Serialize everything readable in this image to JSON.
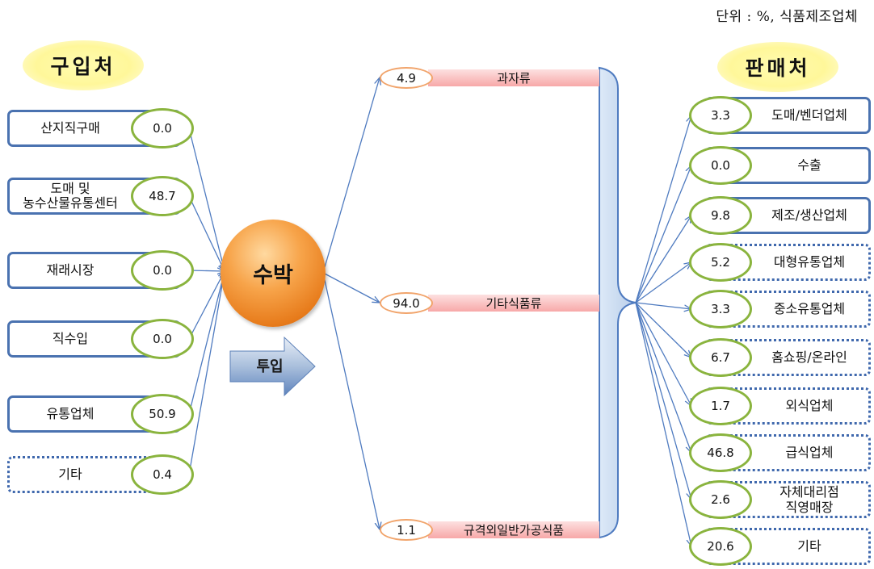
{
  "unit_note": "단위 : %, 식품제조업체",
  "purchase_title": "구입처",
  "sales_title": "판매처",
  "center_label": "수박",
  "input_label": "투입",
  "sources": [
    {
      "label": "산지직구매",
      "value": "0.0",
      "style": "solid"
    },
    {
      "label": "도매 및\n농수산물유통센터",
      "value": "48.7",
      "style": "solid"
    },
    {
      "label": "재래시장",
      "value": "0.0",
      "style": "solid"
    },
    {
      "label": "직수입",
      "value": "0.0",
      "style": "solid"
    },
    {
      "label": "유통업체",
      "value": "50.9",
      "style": "solid"
    },
    {
      "label": "기타",
      "value": "0.4",
      "style": "dotted"
    }
  ],
  "categories": [
    {
      "label": "과자류",
      "value": "4.9"
    },
    {
      "label": "기타식품류",
      "value": "94.0"
    },
    {
      "label": "규격외일반가공식품",
      "value": "1.1"
    }
  ],
  "destinations": [
    {
      "label": "도매/벤더업체",
      "value": "3.3",
      "style": "solid"
    },
    {
      "label": "수출",
      "value": "0.0",
      "style": "solid"
    },
    {
      "label": "제조/생산업체",
      "value": "9.8",
      "style": "solid"
    },
    {
      "label": "대형유통업체",
      "value": "5.2",
      "style": "dotted"
    },
    {
      "label": "중소유통업체",
      "value": "3.3",
      "style": "dotted"
    },
    {
      "label": "홈쇼핑/온라인",
      "value": "6.7",
      "style": "dotted"
    },
    {
      "label": "외식업체",
      "value": "1.7",
      "style": "dotted"
    },
    {
      "label": "급식업체",
      "value": "46.8",
      "style": "dotted"
    },
    {
      "label": "자체대리점\n직영매장",
      "value": "2.6",
      "style": "dotted"
    },
    {
      "label": "기타",
      "value": "20.6",
      "style": "dotted"
    }
  ],
  "colors": {
    "box_border": "#4a72b0",
    "oval_border_green": "#8ab43e",
    "oval_border_orange": "#f1a46b",
    "arrow_line": "#4f7bc0",
    "center_fill": "#f28b2a",
    "category_bar": "#f7a8a8",
    "bracket_fill": "#c9d9ef"
  }
}
